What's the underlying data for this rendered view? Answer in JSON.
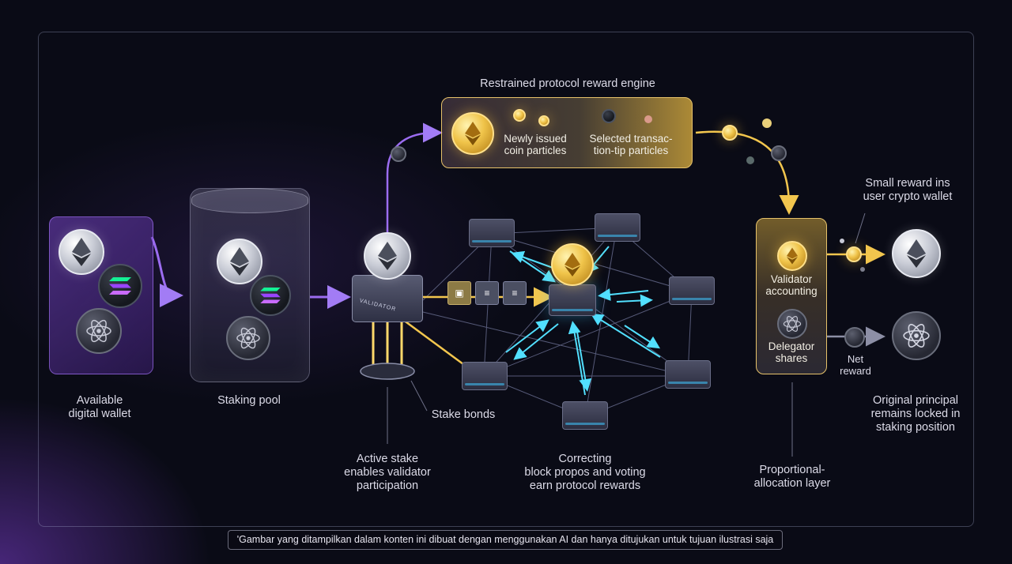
{
  "labels": {
    "wallet_line1": "Available",
    "wallet_line2": "digital wallet",
    "pool": "Staking pool",
    "engine_title": "Restrained protocol reward engine",
    "engine_left_line1": "Newly issued",
    "engine_left_line2": "coin particles",
    "engine_right_line1": "Selected transac-",
    "engine_right_line2": "tion-tip particles",
    "stake_bonds": "Stake bonds",
    "active_line1": "Active stake",
    "active_line2": "enables validator",
    "active_line3": "participation",
    "correct_line1": "Correcting",
    "correct_line2": "block propos and voting",
    "correct_line3": "earn protocol rewards",
    "alloc_top_line1": "Validator",
    "alloc_top_line2": "accounting",
    "alloc_bottom_line1": "Delegator",
    "alloc_bottom_line2": "shares",
    "prop_line1": "Proportional-",
    "prop_line2": "allocation layer",
    "small_reward_line1": "Small reward ins",
    "small_reward_line2": "user crypto wallet",
    "net_line1": "Net",
    "net_line2": "reward",
    "principal_line1": "Original principal",
    "principal_line2": "remains locked in",
    "principal_line3": "staking position",
    "validator_plate": "VALIDATOR"
  },
  "disclaimer": "'Gambar yang ditampilkan dalam konten ini dibuat dengan menggunakan AI dan hanya ditujukan untuk tujuan ilustrasi saja",
  "icons": [
    "ethereum-coin-icon",
    "solana-coin-icon",
    "cosmos-atom-coin-icon",
    "block-cube-icon",
    "validator-node-icon"
  ],
  "colors": {
    "accent_purple": "#9b6cf0",
    "accent_gold": "#e7c26a",
    "accent_cyan": "#3fd6ff",
    "background": "#0a0b16"
  }
}
